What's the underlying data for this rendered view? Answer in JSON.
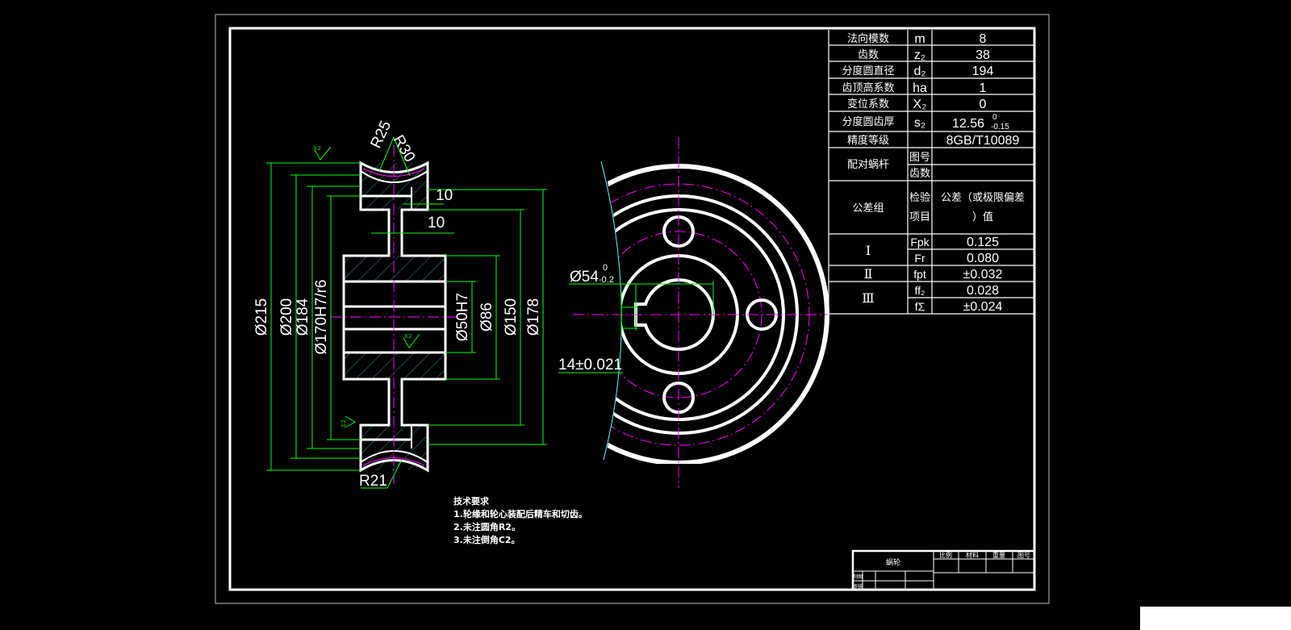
{
  "drawing": {
    "left_view_dims": {
      "d215": "Ø215",
      "d200": "Ø200",
      "d184": "Ø184",
      "d170": "Ø170H7/r6",
      "d50": "Ø50H7",
      "d86": "Ø86",
      "d150": "Ø150",
      "d178": "Ø178",
      "w10a": "10",
      "w10b": "10",
      "r25": "R25",
      "r30": "R30",
      "r21": "R21",
      "roughness": "3.2"
    },
    "right_view_dims": {
      "d54": "Ø54",
      "d54_upper": "0",
      "d54_lower": "-0.2",
      "key": "14±0.021"
    }
  },
  "param_table": {
    "rows": [
      {
        "label": "法向模数",
        "symbol": "m",
        "value": "8"
      },
      {
        "label": "齿数",
        "symbol": "z₂",
        "value": "38"
      },
      {
        "label": "分度圆直径",
        "symbol": "d₂",
        "value": "194"
      },
      {
        "label": "齿顶高系数",
        "symbol": "ha",
        "value": "1"
      },
      {
        "label": "变位系数",
        "symbol": "X₂",
        "value": "0"
      },
      {
        "label": "分度圆齿厚",
        "symbol": "s₂",
        "value": "12.56",
        "upper": "0",
        "lower": "-0.15"
      },
      {
        "label": "精度等级",
        "symbol": "",
        "value": "8GB/T10089"
      }
    ],
    "mating": {
      "label": "配对蜗杆",
      "sub1": "图号",
      "sub2": "齿数"
    },
    "tolerance_header": {
      "label": "公差组",
      "item1": "检验",
      "item2": "项目",
      "val1": "公差（或极限偏差",
      "val2": "）值"
    },
    "tolerance_rows": [
      {
        "group": "Ⅰ",
        "symbol": "Fpk",
        "value": "0.125"
      },
      {
        "group": "",
        "symbol": "Fr",
        "value": "0.080"
      },
      {
        "group": "Ⅱ",
        "symbol": "fpt",
        "value": "±0.032"
      },
      {
        "group": "Ⅲ",
        "symbol": "ff₂",
        "value": "0.028"
      },
      {
        "group": "",
        "symbol": "fΣ",
        "value": "±0.024"
      }
    ]
  },
  "tech_requirements": {
    "title": "技术要求",
    "items": [
      "1.轮缘和轮心装配后精车和切齿。",
      "2.未注圆角R2。",
      "3.未注倒角C2。"
    ]
  },
  "title_block": {
    "part_name": "蜗轮",
    "scale": "比例",
    "material": "材料",
    "weight": "重量",
    "drawing_no": "图号",
    "drawn": "制图",
    "checked": "审核"
  }
}
